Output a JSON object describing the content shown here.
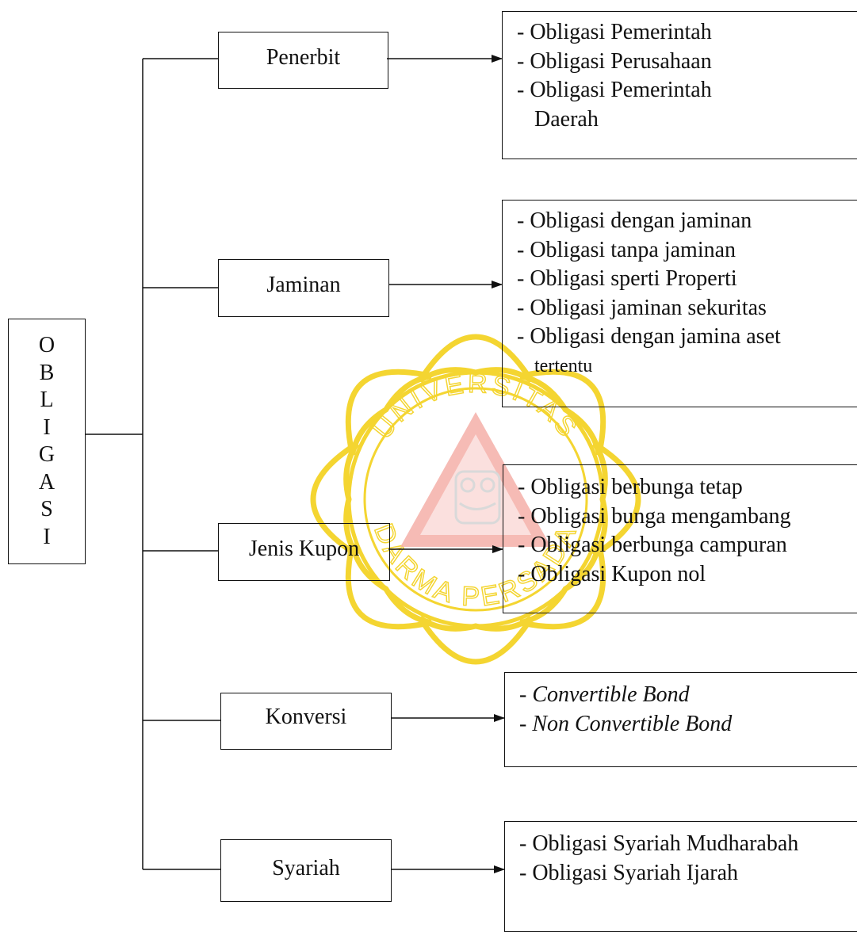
{
  "root": {
    "label": "OBLIGASI",
    "letters": [
      "O",
      "B",
      "L",
      "I",
      "G",
      "A",
      "S",
      "I"
    ]
  },
  "categories": [
    {
      "label": "Penerbit",
      "items": [
        "- Obligasi Pemerintah",
        "- Obligasi Perusahaan",
        "- Obligasi Pemerintah",
        "Daerah"
      ],
      "italic": false
    },
    {
      "label": "Jaminan",
      "items": [
        "- Obligasi dengan jaminan",
        "- Obligasi tanpa jaminan",
        "- Obligasi sperti Properti",
        "- Obligasi jaminan sekuritas",
        "- Obligasi dengan jamina aset",
        "tertentu"
      ],
      "italic": false
    },
    {
      "label": "Jenis Kupon",
      "items": [
        "- Obligasi berbunga tetap",
        "- Obligasi bunga  mengambang",
        "- Obligasi berbunga campuran",
        "- Obligasi Kupon nol"
      ],
      "italic": false
    },
    {
      "label": "Konversi",
      "items": [
        "- Convertible Bond",
        "- Non Convertible Bond"
      ],
      "italic": true
    },
    {
      "label": "Syariah",
      "items": [
        "- Obligasi Syariah Mudharabah",
        "- Obligasi Syariah Ijarah"
      ],
      "italic": false
    }
  ],
  "watermark": {
    "top_text": "UNIVERSITAS",
    "bottom_text": "DARMA PERSADA",
    "colors": {
      "petal": "#F4D531",
      "triangle": "#F4AFA8",
      "emblem": "#D9D9D9"
    }
  },
  "colors": {
    "line": "#111111",
    "text": "#111111",
    "background": "#ffffff"
  }
}
